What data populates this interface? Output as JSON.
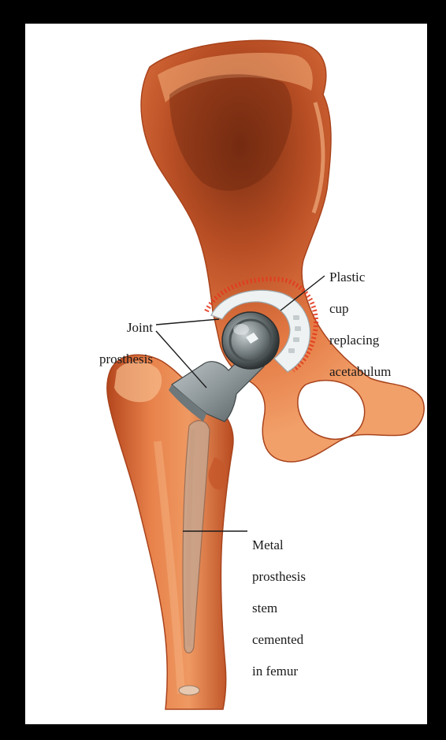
{
  "labels": {
    "plastic_cup": [
      "Plastic",
      "cup",
      "replacing",
      "acetabulum"
    ],
    "joint_prosthesis": [
      "Joint",
      "prosthesis"
    ],
    "metal_stem": [
      "Metal",
      "prosthesis",
      "stem",
      "cemented",
      "in femur"
    ]
  },
  "colors": {
    "bone": "#e0703a",
    "bone_dark": "#b44a22",
    "bone_light": "#f3a46e",
    "metal": "#9aa3a6",
    "metal_dark": "#4e5658",
    "cup": "#e9eef0",
    "frame": "#000000",
    "background": "#ffffff"
  }
}
